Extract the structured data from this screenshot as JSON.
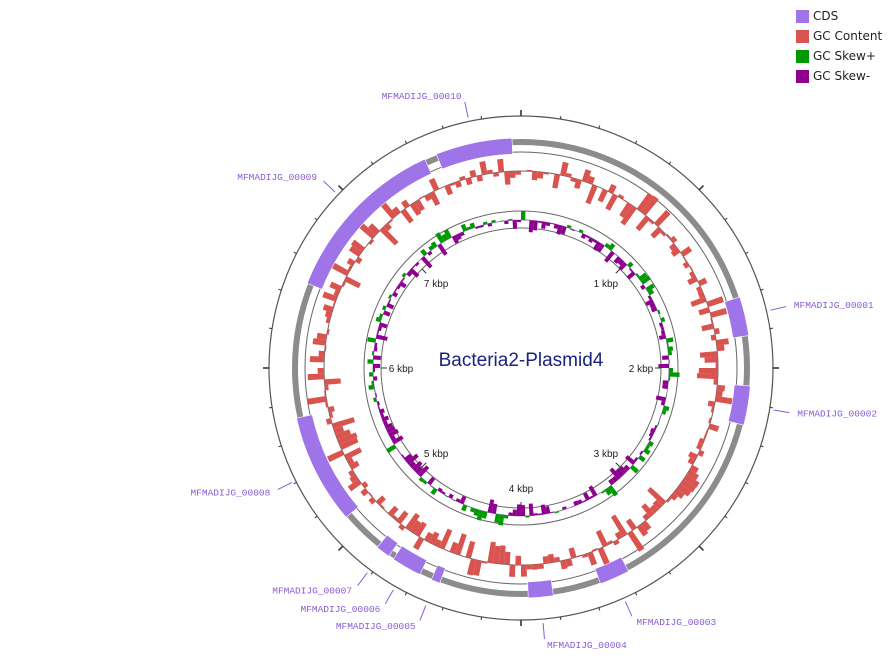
{
  "title": "Bacteria2-Plasmid4",
  "legend": [
    {
      "label": "CDS",
      "color": "#9f74e8"
    },
    {
      "label": "GC Content",
      "color": "#d9534f"
    },
    {
      "label": "GC Skew+",
      "color": "#009900"
    },
    {
      "label": "GC Skew-",
      "color": "#8e008e"
    }
  ],
  "colors": {
    "cds": "#9f74e8",
    "gc_content": "#d9534f",
    "skew_pos": "#009900",
    "skew_neg": "#8e008e",
    "title": "#1a237e",
    "label": "#8a5cd6"
  },
  "ticks": [
    "1 kbp",
    "2 kbp",
    "3 kbp",
    "4 kbp",
    "5 kbp",
    "6 kbp",
    "7 kbp"
  ],
  "chart_data": {
    "type": "circular-genome-map",
    "total_length_kbp": 8,
    "cds": [
      {
        "name": "MFMADIJG_00001",
        "start_kbp": 1.6,
        "end_kbp": 1.82
      },
      {
        "name": "MFMADIJG_00002",
        "start_kbp": 2.1,
        "end_kbp": 2.32
      },
      {
        "name": "MFMADIJG_00003",
        "start_kbp": 3.38,
        "end_kbp": 3.55
      },
      {
        "name": "MFMADIJG_00004",
        "start_kbp": 3.82,
        "end_kbp": 3.96
      },
      {
        "name": "MFMADIJG_00005",
        "start_kbp": 4.46,
        "end_kbp": 4.51
      },
      {
        "name": "MFMADIJG_00006",
        "start_kbp": 4.58,
        "end_kbp": 4.75
      },
      {
        "name": "MFMADIJG_00007",
        "start_kbp": 4.78,
        "end_kbp": 4.86
      },
      {
        "name": "MFMADIJG_00008",
        "start_kbp": 5.1,
        "end_kbp": 5.72
      },
      {
        "name": "MFMADIJG_00009",
        "start_kbp": 6.48,
        "end_kbp": 7.45
      },
      {
        "name": "MFMADIJG_00010",
        "start_kbp": 7.52,
        "end_kbp": 7.95
      }
    ]
  }
}
